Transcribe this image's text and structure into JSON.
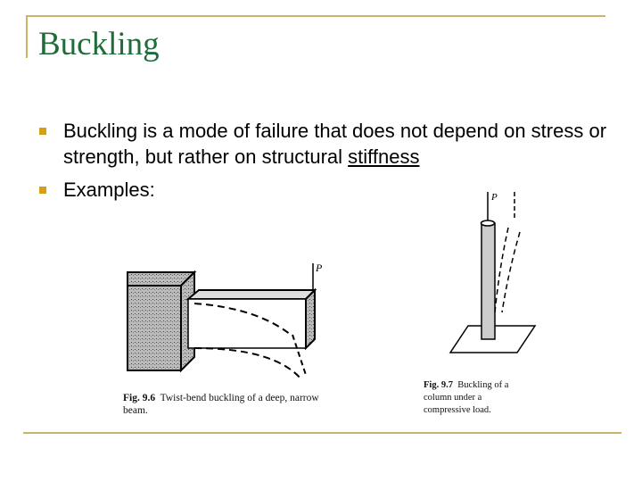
{
  "slide": {
    "title": "Buckling",
    "colors": {
      "title": "#1f6b3a",
      "accent": "#c8b46a",
      "bullet": "#d4a017"
    },
    "bullets": [
      {
        "text_before": "Buckling is a mode of failure that does not depend on stress or strength, but rather on structural ",
        "underlined": "stiffness"
      },
      {
        "text_before": "Examples:",
        "underlined": ""
      }
    ],
    "figures": [
      {
        "label": "Fig. 9.6",
        "caption": "Twist-bend buckling of a deep, narrow beam.",
        "load_label": "P"
      },
      {
        "label": "Fig. 9.7",
        "caption": "Buckling of a column under a compressive load.",
        "load_label": "P"
      }
    ]
  }
}
